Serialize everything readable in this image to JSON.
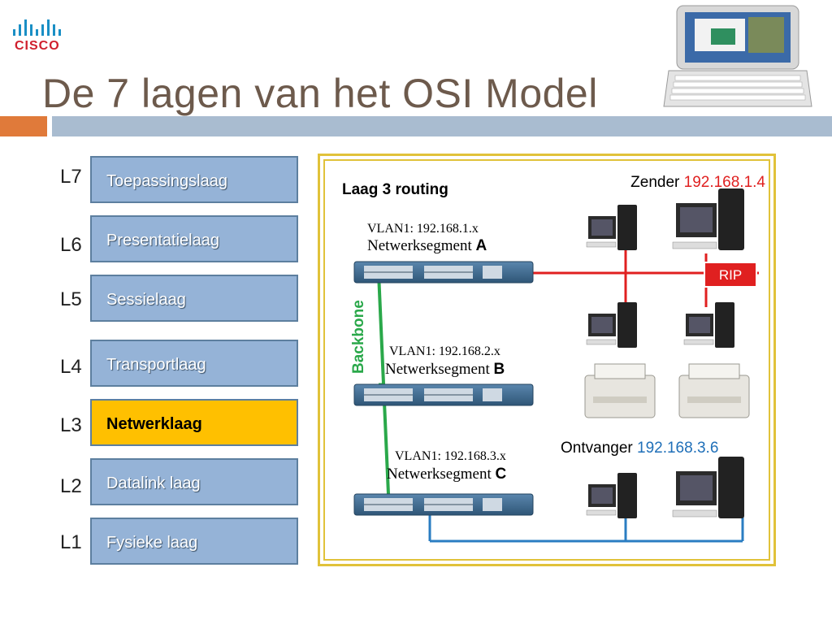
{
  "slide": {
    "logo_text": "CISCO",
    "title": "De 7 lagen van het OSI Model"
  },
  "layers": [
    {
      "code": "L7",
      "label": "Toepassingslaag",
      "active": false
    },
    {
      "code": "L6",
      "label": "Presentatielaag",
      "active": false
    },
    {
      "code": "L5",
      "label": "Sessielaag",
      "active": false
    },
    {
      "code": "L4",
      "label": "Transportlaag",
      "active": false
    },
    {
      "code": "L3",
      "label": "Netwerklaag",
      "active": true
    },
    {
      "code": "L2",
      "label": "Datalink laag",
      "active": false
    },
    {
      "code": "L1",
      "label": "Fysieke laag",
      "active": false
    }
  ],
  "diagram": {
    "heading": "Laag 3 routing",
    "sender_label": "Zender",
    "sender_ip": "192.168.1.4",
    "receiver_label": "Ontvanger",
    "receiver_ip": "192.168.3.6",
    "rip_label": "RIP",
    "backbone_label": "Backbone",
    "segments": [
      {
        "vlan": "VLAN1: 192.168.1.x",
        "name": "Netwerksegment",
        "letter": "A"
      },
      {
        "vlan": "VLAN1: 192.168.2.x",
        "name": "Netwerksegment",
        "letter": "B"
      },
      {
        "vlan": "VLAN1: 192.168.3.x",
        "name": "Netwerksegment",
        "letter": "C"
      }
    ],
    "colors": {
      "sender_ip": "#e02020",
      "receiver_ip": "#1f6fb8",
      "backbone": "#2aa84a",
      "segment_a_link": "#e02020",
      "segment_c_link": "#2a7dc2",
      "rip_box": "#e02020"
    }
  }
}
